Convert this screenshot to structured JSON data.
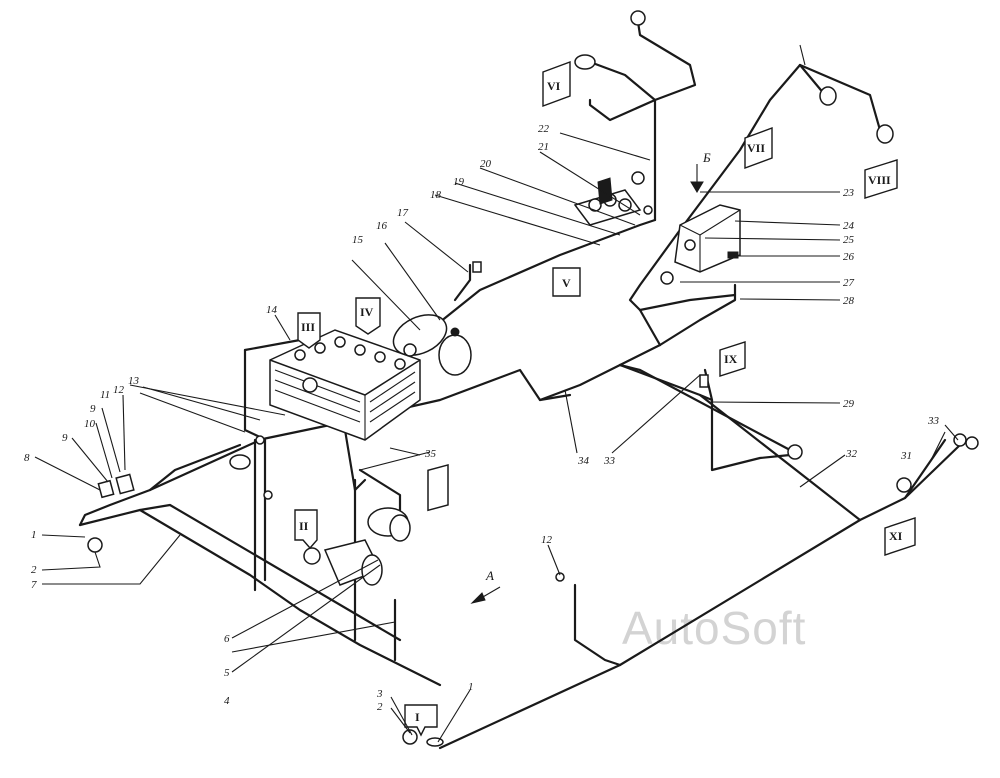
{
  "watermark": "AutoSoft",
  "view_arrows": {
    "a": "А",
    "b": "Б"
  },
  "callouts": {
    "c1": "1",
    "c1b": "1",
    "c2": "2",
    "c2b": "2",
    "c3": "3",
    "c33r": "33",
    "c4": "4",
    "c5": "5",
    "c6": "6",
    "c7": "7",
    "c8": "8",
    "c9": "9",
    "c9b": "9",
    "c10": "10",
    "c11": "11",
    "c12": "12",
    "c12b": "12",
    "c13": "13",
    "c14": "14",
    "c15": "15",
    "c16": "16",
    "c17": "17",
    "c18": "18",
    "c19": "19",
    "c20": "20",
    "c21": "21",
    "c22": "22",
    "c23": "23",
    "c24": "24",
    "c25": "25",
    "c26": "26",
    "c27": "27",
    "c28": "28",
    "c29": "29",
    "c31": "31",
    "c32": "32",
    "c33": "33",
    "c34": "34",
    "c35": "35"
  },
  "roman_tags": {
    "I": "I",
    "II": "II",
    "III": "III",
    "IV": "IV",
    "V": "V",
    "VI": "VI",
    "VII": "VII",
    "VIII": "VIII",
    "IX": "IX",
    "XI": "XI"
  }
}
